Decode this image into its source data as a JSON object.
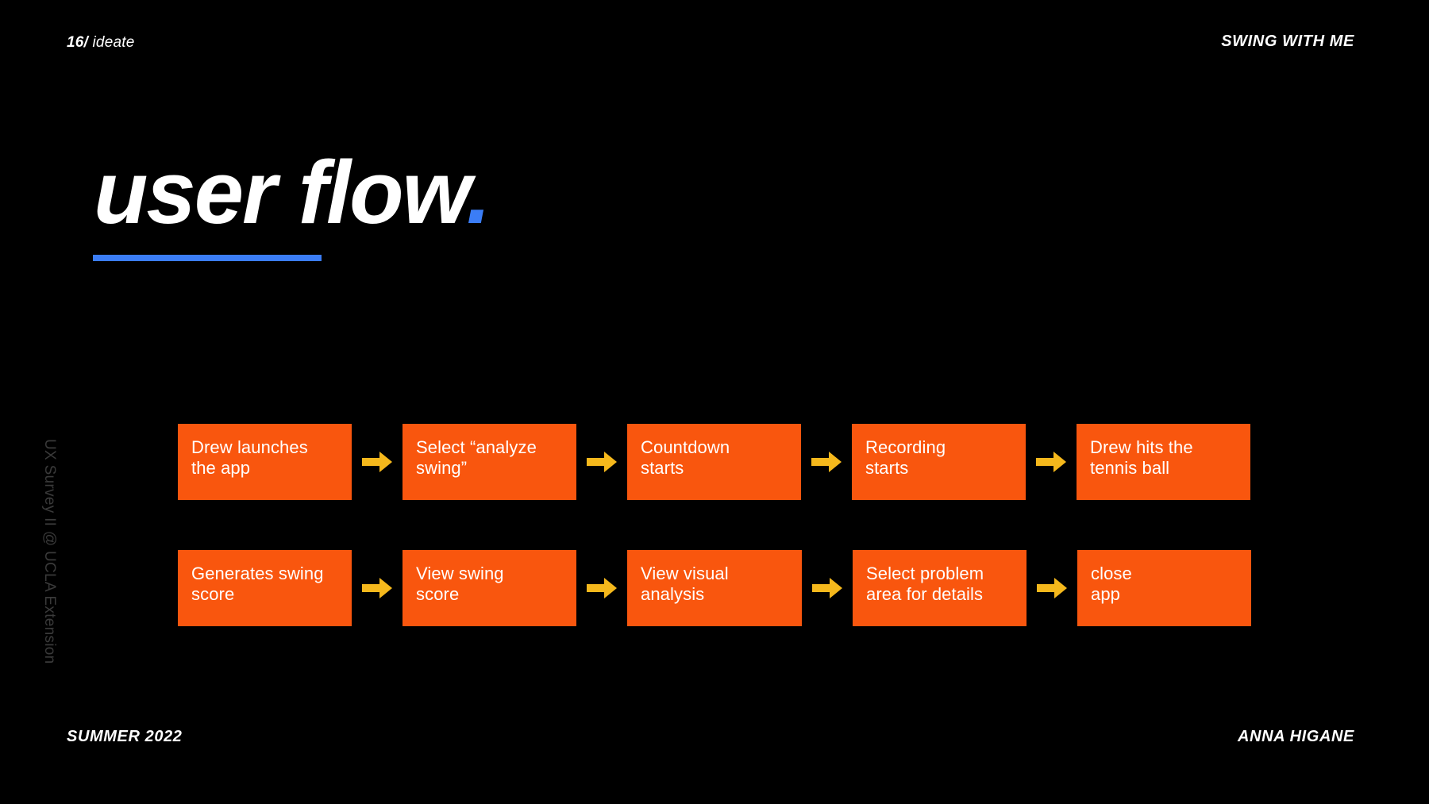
{
  "slide": {
    "background_color": "#000000",
    "accent_blue": "#3b7df6",
    "node_orange": "#f9560e",
    "arrow_amber": "#f5b81c"
  },
  "header": {
    "section_number": "16/",
    "section_name": "ideate",
    "project_title": "SWING WITH ME"
  },
  "title": {
    "text": "user flow",
    "period": "."
  },
  "side_caption": {
    "text": "UX Survey II @ UCLA Extension"
  },
  "flow": {
    "rows": [
      {
        "nodes": [
          {
            "label": "Drew launches\nthe app"
          },
          {
            "label": "Select “analyze\nswing”"
          },
          {
            "label": "Countdown\nstarts"
          },
          {
            "label": "Recording\nstarts"
          },
          {
            "label": "Drew hits the\ntennis ball"
          }
        ]
      },
      {
        "nodes": [
          {
            "label": "Generates swing\nscore"
          },
          {
            "label": "View swing\nscore"
          },
          {
            "label": "View visual\nanalysis"
          },
          {
            "label": "Select problem\narea for details"
          },
          {
            "label": "close\napp"
          }
        ]
      }
    ]
  },
  "footer": {
    "term": "SUMMER 2022",
    "author": "ANNA HIGANE"
  }
}
